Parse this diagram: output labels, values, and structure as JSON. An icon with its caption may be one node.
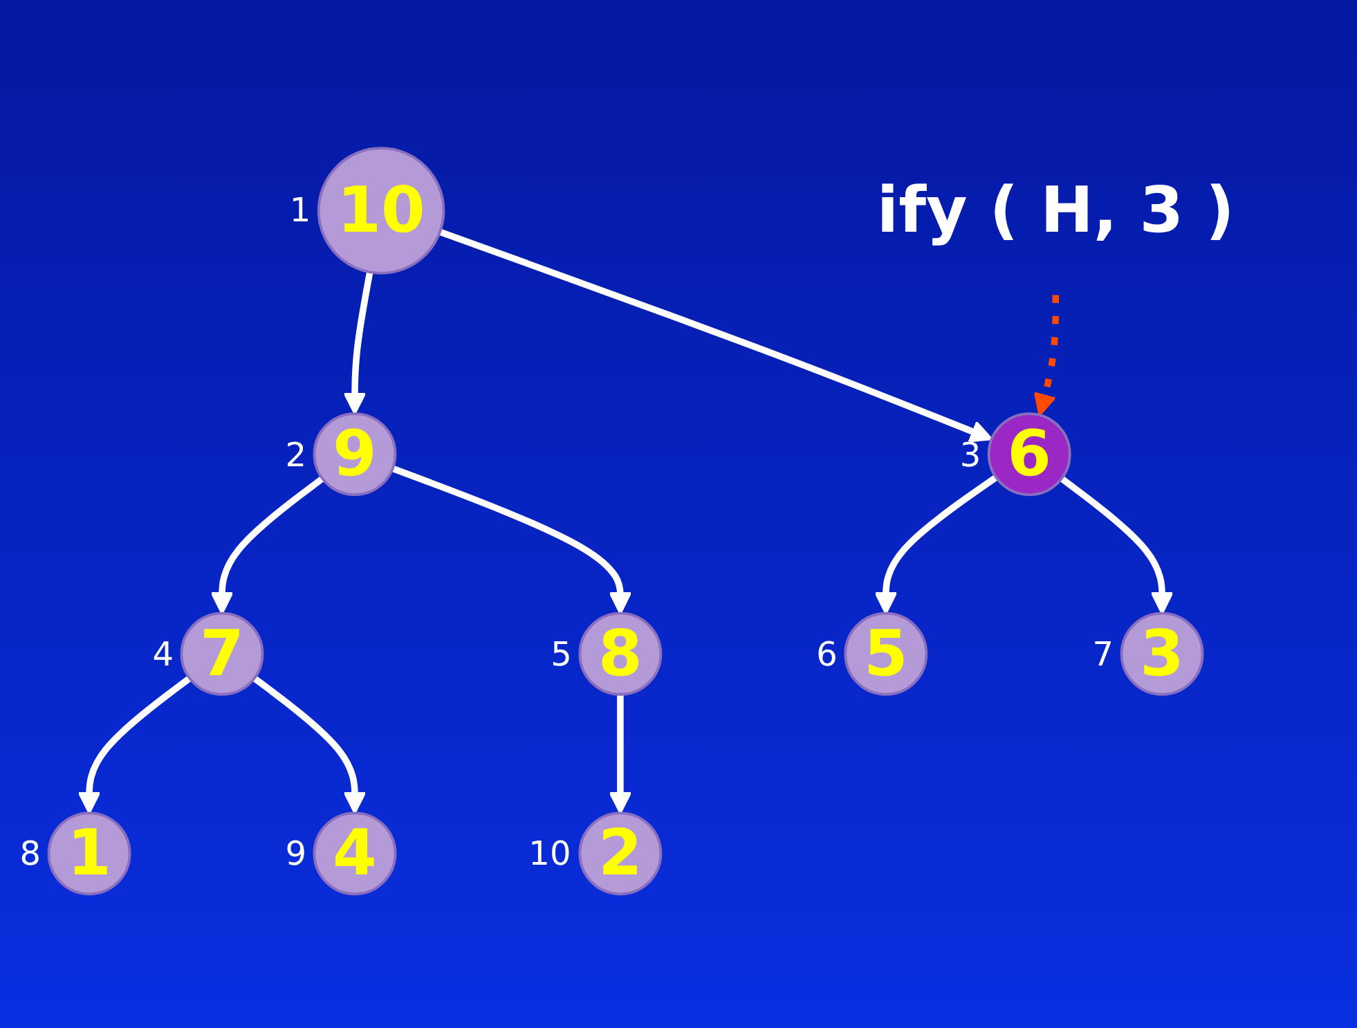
{
  "diagram": {
    "nodes": [
      {
        "text": [
          "ify ( H, 3 )"
        ]
      },
      {
        "text": [
          "10"
        ],
        "beside": [
          "1"
        ]
      },
      {
        "text": [
          "9"
        ],
        "beside": [
          "2"
        ]
      },
      {
        "text": [
          "6"
        ],
        "beside": [
          "3"
        ]
      },
      {
        "text": [
          "7"
        ],
        "beside": [
          "4"
        ]
      },
      {
        "text": [
          "8"
        ],
        "beside": [
          "5"
        ]
      },
      {
        "text": [
          "5"
        ],
        "beside": [
          "6"
        ]
      },
      {
        "text": [
          "3"
        ],
        "beside": [
          "7"
        ]
      },
      {
        "text": [
          "1"
        ],
        "beside": [
          "8"
        ]
      },
      {
        "text": [
          "4"
        ],
        "beside": [
          "9"
        ]
      },
      {
        "text": [
          "2"
        ],
        "beside": [
          "10"
        ]
      }
    ],
    "edges": [
      {
        "from": 1,
        "to": 2,
        "arrow": "to"
      },
      {
        "from": 1,
        "to": 3,
        "arrow": "to"
      },
      {
        "from": 2,
        "to": 4,
        "arrow": "to"
      },
      {
        "from": 2,
        "to": 5,
        "arrow": "to"
      },
      {
        "from": 3,
        "to": 6,
        "arrow": "to"
      },
      {
        "from": 3,
        "to": 7,
        "arrow": "to"
      },
      {
        "from": 4,
        "to": 8,
        "arrow": "to"
      },
      {
        "from": 4,
        "to": 9,
        "arrow": "to"
      },
      {
        "from": 5,
        "to": 10,
        "arrow": "to"
      },
      {
        "from": 0,
        "to": 3,
        "arrow": "to",
        "style": "dashed",
        "color": "#ff4a00"
      }
    ]
  }
}
